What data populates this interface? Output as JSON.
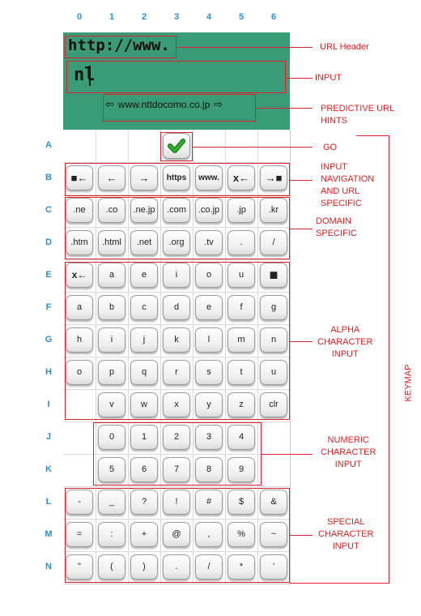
{
  "columns": [
    "0",
    "1",
    "2",
    "3",
    "4",
    "5",
    "6"
  ],
  "rows": [
    "A",
    "B",
    "C",
    "D",
    "E",
    "F",
    "G",
    "H",
    "I",
    "J",
    "K",
    "L",
    "M",
    "N"
  ],
  "url_header": {
    "text": "http://www."
  },
  "input": {
    "text": "nl"
  },
  "predictive_hint": {
    "left_arrow": "⇦",
    "text": "www.nttdocomo.co.jp",
    "right_arrow": "⇨"
  },
  "go_button": {
    "icon": "check-icon",
    "color": "#2db32d"
  },
  "keys": {
    "B": [
      {
        "label": "■←",
        "name": "jump-start"
      },
      {
        "label": "←",
        "name": "cursor-left"
      },
      {
        "label": "→",
        "name": "cursor-right"
      },
      {
        "label": "https",
        "name": "https"
      },
      {
        "label": "www.",
        "name": "www"
      },
      {
        "label": "x←",
        "name": "backspace"
      },
      {
        "label": "→■",
        "name": "jump-end"
      }
    ],
    "C": [
      ".ne",
      ".co",
      ".ne.jp",
      ".com",
      ".co.jp",
      ".jp",
      ".kr"
    ],
    "D": [
      ".htm",
      ".html",
      ".net",
      ".org",
      ".tv",
      ".",
      "/"
    ],
    "E": [
      "x←",
      "a",
      "e",
      "i",
      "o",
      "u",
      "■"
    ],
    "F": [
      "a",
      "b",
      "c",
      "d",
      "e",
      "f",
      "g"
    ],
    "G": [
      "h",
      "i",
      "j",
      "k",
      "l",
      "m",
      "n"
    ],
    "H": [
      "o",
      "p",
      "q",
      "r",
      "s",
      "t",
      "u"
    ],
    "I": [
      "v",
      "w",
      "x",
      "y",
      "z",
      "clr"
    ],
    "J": [
      "0",
      "1",
      "2",
      "3",
      "4"
    ],
    "K": [
      "5",
      "6",
      "7",
      "8",
      "9"
    ],
    "L": [
      "-",
      "_",
      "?",
      "!",
      "#",
      "$",
      "&"
    ],
    "M": [
      "=",
      ":",
      "+",
      "@",
      ",",
      "%",
      "~"
    ],
    "N": [
      "\"",
      "(",
      ")",
      ".",
      "/",
      "*",
      "'"
    ]
  },
  "annotations": {
    "url_header": "URL Header",
    "input": "INPUT",
    "predictive": [
      "PREDICTIVE URL",
      "HINTS"
    ],
    "go": "GO",
    "navigation": [
      "INPUT",
      "NAVIGATION",
      "AND URL",
      "SPECIFIC"
    ],
    "domain": [
      "DOMAIN",
      "SPECIFIC"
    ],
    "alpha": [
      "ALPHA",
      "CHARACTER",
      "INPUT"
    ],
    "numeric": [
      "NUMERIC",
      "CHARACTER",
      "INPUT"
    ],
    "special": [
      "SPECIAL",
      "CHARACTER",
      "INPUT"
    ],
    "keymap": "KEYMAP"
  },
  "colors": {
    "panel": "#3a9b78",
    "annotation": "#e02020",
    "axis_label": "#2a8fd8"
  }
}
